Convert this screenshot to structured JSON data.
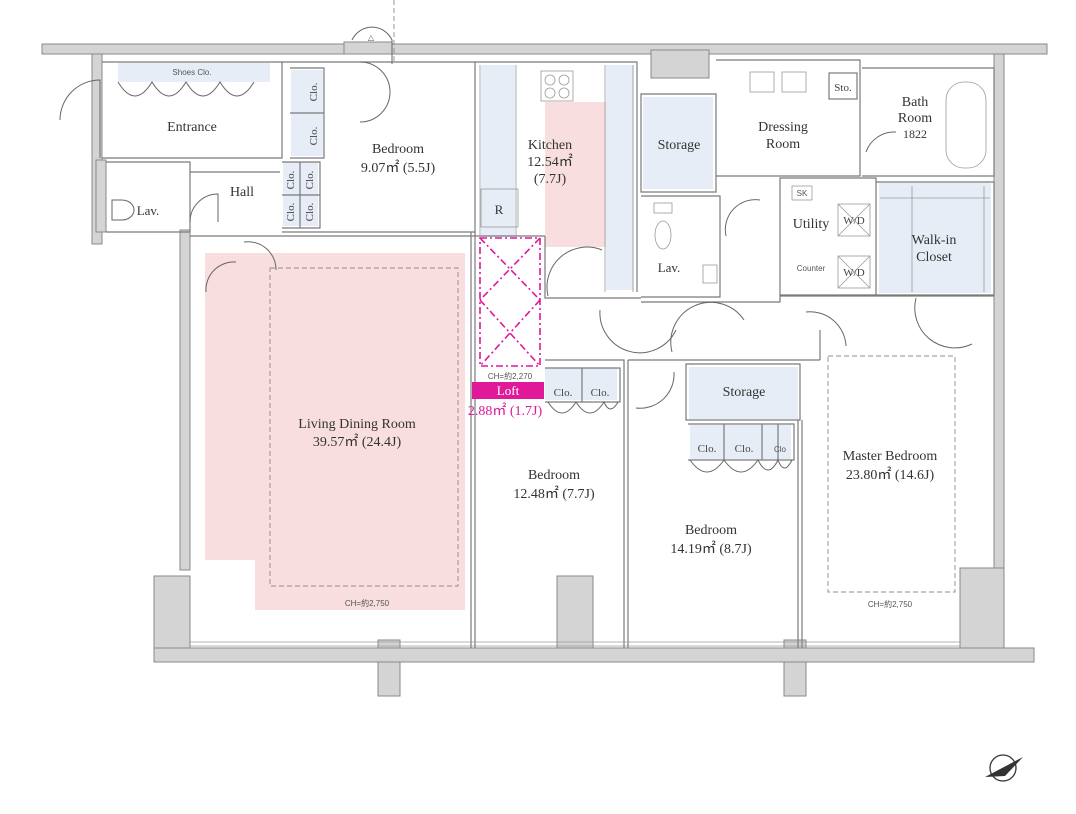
{
  "colors": {
    "living_floor": "#f8dede",
    "storage_fill": "#e7edf6",
    "closet_fill": "#e7edf6",
    "wall_fill": "#d4d4d4",
    "loft_accent": "#e0189a"
  },
  "rooms": {
    "entrance": {
      "name": "Entrance",
      "shoes": "Shoes Clo."
    },
    "lav1": {
      "name": "Lav."
    },
    "hall": {
      "name": "Hall"
    },
    "bedroom1": {
      "name": "Bedroom",
      "area": "9.07㎡ (5.5J)"
    },
    "kitchen": {
      "name": "Kitchen",
      "area": "12.54㎡",
      "jo": "(7.7J)"
    },
    "fridge": {
      "mark": "R"
    },
    "storage1": {
      "name": "Storage"
    },
    "lav2": {
      "name": "Lav."
    },
    "dressing": {
      "line1": "Dressing",
      "line2": "Room"
    },
    "sto": {
      "name": "Sto."
    },
    "bath": {
      "line1": "Bath",
      "line2": "Room",
      "line3": "1822"
    },
    "utility": {
      "name": "Utility",
      "sk": "SK",
      "wd": "W/D",
      "counter": "Counter"
    },
    "walkin": {
      "line1": "Walk-in",
      "line2": "Closet"
    },
    "living": {
      "name": "Living Dining Room",
      "area": "39.57㎡ (24.4J)",
      "ch": "CH=約2,750"
    },
    "loft": {
      "name": "Loft",
      "area": "2.88㎡ (1.7J)",
      "ch": "CH=約2,270"
    },
    "bedroom2": {
      "name": "Bedroom",
      "area": "12.48㎡ (7.7J)"
    },
    "storage2": {
      "name": "Storage"
    },
    "bedroom3": {
      "name": "Bedroom",
      "area": "14.19㎡ (8.7J)"
    },
    "master": {
      "name": "Master Bedroom",
      "area": "23.80㎡ (14.6J)",
      "ch": "CH=約2,750"
    },
    "closet_label": "Clo.",
    "closet_label_small": "Clo"
  },
  "symbols": {
    "entry_mark": "△",
    "compass": "compass-north-icon"
  }
}
